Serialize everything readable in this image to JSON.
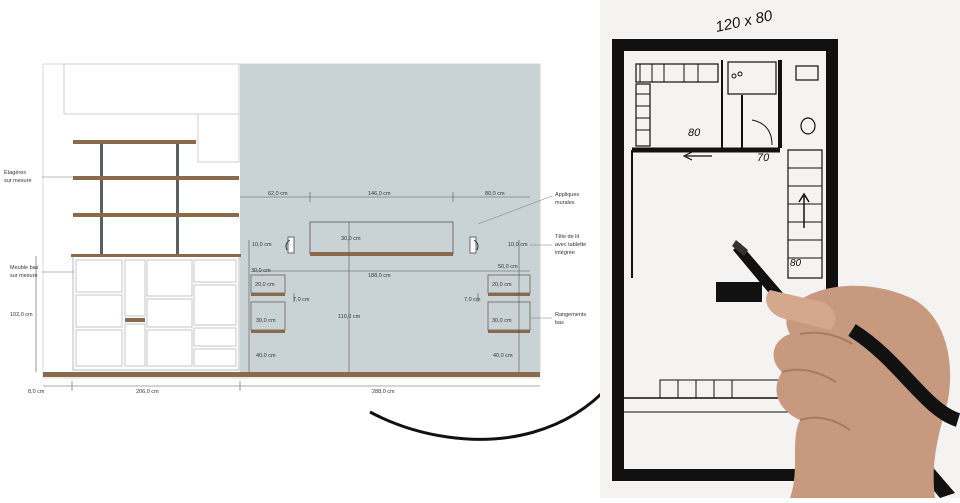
{
  "elevation": {
    "labels": {
      "etageres": [
        "Étagères",
        "sur mesure"
      ],
      "meuble_bas": [
        "Meuble bas",
        "sur mesure"
      ],
      "appliques": [
        "Appliques",
        "murales"
      ],
      "tete_de_lit": [
        "Tête de lit",
        "avec tablette",
        "intégrée"
      ],
      "rangements": [
        "Rangements",
        "bas"
      ]
    },
    "dimensions": {
      "d62": "62,0 cm",
      "d146": "146,0 cm",
      "d80": "80,0 cm",
      "d10_left": "10,0 cm",
      "d30_center": "30,0 cm",
      "d10_right": "10,0 cm",
      "d188": "188,0 cm",
      "d30_left": "30,0 cm",
      "d50": "50,0 cm",
      "d20_left": "20,0 cm",
      "d20_right": "20,0 cm",
      "d7_left": "7,0 cm",
      "d7_right": "7,0 cm",
      "d102": "102,0 cm",
      "d110": "110,0 cm",
      "d30_left_low": "30,0 cm",
      "d30_right_low": "30,0 cm",
      "d40_left": "40,0 cm",
      "d40_right": "40,0 cm",
      "d8": "8,0 cm",
      "d206": "206,0 cm",
      "d288": "288,0 cm"
    },
    "colors": {
      "wall_blue": "#c9d3d6",
      "wood": "#8a6a4a",
      "post": "#5a5f63"
    }
  },
  "plan": {
    "title": "120 x 80",
    "annotations": {
      "n80_a": "80",
      "n70": "70",
      "n80_b": "80"
    }
  }
}
